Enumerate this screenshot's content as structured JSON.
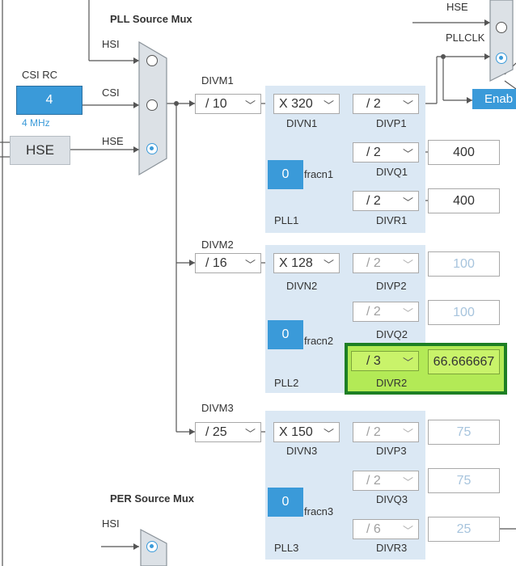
{
  "mux": {
    "pll_title": "PLL Source Mux",
    "per_title": "PER Source Mux",
    "inputs": [
      "HSI",
      "CSI",
      "HSE"
    ],
    "per_input": "HSI",
    "right_inputs": [
      "HSE",
      "PLLCLK"
    ]
  },
  "csi": {
    "title": "CSI RC",
    "value": "4",
    "freq": "4 MHz"
  },
  "hse": {
    "label": "HSE"
  },
  "enable_label": "Enab",
  "pll1": {
    "name": "PLL1",
    "divm_label": "DIVM1",
    "divm": "/ 10",
    "divn_label": "DIVN1",
    "divn": "X 320",
    "frac_label": "fracn1",
    "frac": "0",
    "p_label": "DIVP1",
    "p": "/ 2",
    "q_label": "DIVQ1",
    "q": "/ 2",
    "q_out": "400",
    "r_label": "DIVR1",
    "r": "/ 2",
    "r_out": "400"
  },
  "pll2": {
    "name": "PLL2",
    "divm_label": "DIVM2",
    "divm": "/ 16",
    "divn_label": "DIVN2",
    "divn": "X 128",
    "frac_label": "fracn2",
    "frac": "0",
    "p_label": "DIVP2",
    "p": "/ 2",
    "p_out": "100",
    "q_label": "DIVQ2",
    "q": "/ 2",
    "q_out": "100",
    "r_label": "DIVR2",
    "r": "/ 3",
    "r_out": "66.666667"
  },
  "pll3": {
    "name": "PLL3",
    "divm_label": "DIVM3",
    "divm": "/ 25",
    "divn_label": "DIVN3",
    "divn": "X 150",
    "frac_label": "fracn3",
    "frac": "0",
    "p_label": "DIVP3",
    "p": "/ 2",
    "p_out": "75",
    "q_label": "DIVQ3",
    "q": "/ 2",
    "q_out": "75",
    "r_label": "DIVR3",
    "r": "/ 6",
    "r_out": "25"
  },
  "icons": {
    "dropdown": "chevron-down-icon"
  },
  "colors": {
    "accent": "#3a9ad9",
    "panel": "#dbe8f4",
    "highlight_border": "#1d7f24",
    "highlight_fill": "#b3ea56"
  }
}
